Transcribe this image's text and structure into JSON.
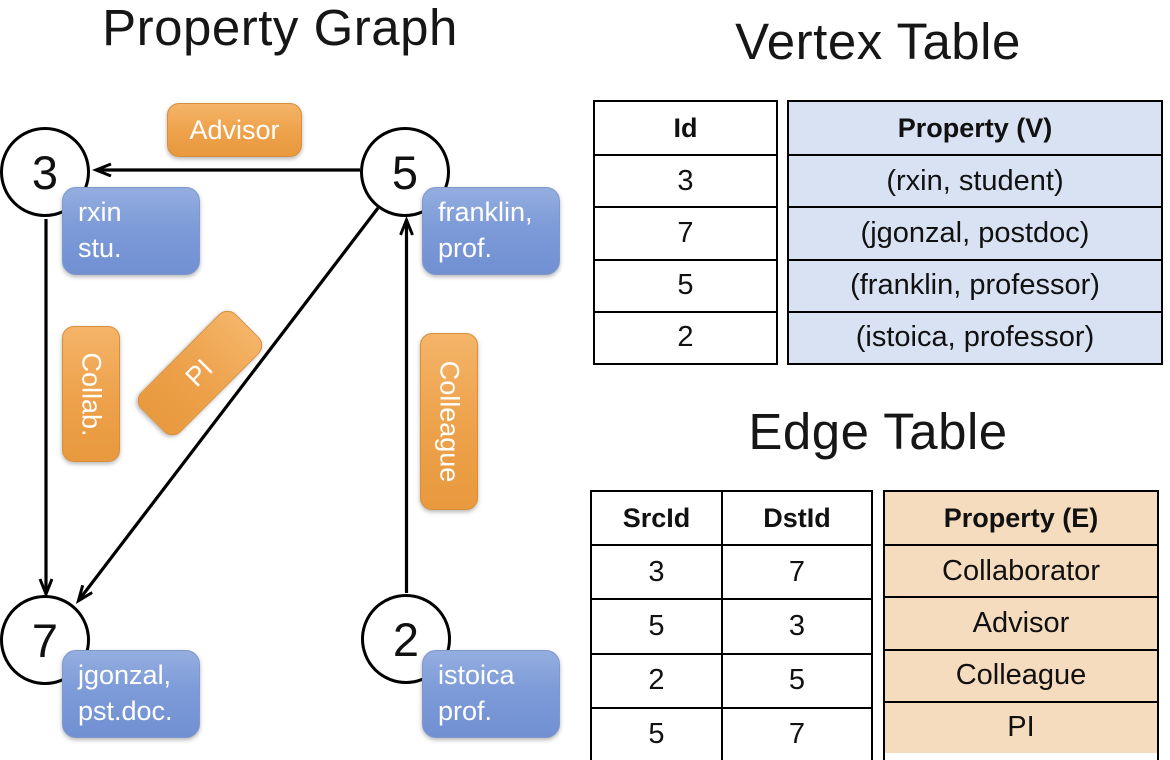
{
  "graph": {
    "title": "Property Graph",
    "nodes": [
      {
        "id": "3",
        "line1": "rxin",
        "line2": "stu."
      },
      {
        "id": "5",
        "line1": "franklin,",
        "line2": "prof."
      },
      {
        "id": "7",
        "line1": "jgonzal,",
        "line2": "pst.doc."
      },
      {
        "id": "2",
        "line1": "istoica",
        "line2": "prof."
      }
    ],
    "edges": [
      {
        "from": "5",
        "to": "3",
        "label": "Advisor"
      },
      {
        "from": "3",
        "to": "7",
        "label": "Collab."
      },
      {
        "from": "5",
        "to": "7",
        "label": "PI"
      },
      {
        "from": "2",
        "to": "5",
        "label": "Colleague"
      }
    ]
  },
  "vertex_table": {
    "title": "Vertex Table",
    "columns": {
      "id": "Id",
      "property": "Property (V)"
    },
    "rows": [
      {
        "id": "3",
        "property": "(rxin, student)"
      },
      {
        "id": "7",
        "property": "(jgonzal, postdoc)"
      },
      {
        "id": "5",
        "property": "(franklin, professor)"
      },
      {
        "id": "2",
        "property": "(istoica, professor)"
      }
    ]
  },
  "edge_table": {
    "title": "Edge Table",
    "columns": {
      "src": "SrcId",
      "dst": "DstId",
      "property": "Property (E)"
    },
    "rows": [
      {
        "src": "3",
        "dst": "7",
        "property": "Collaborator"
      },
      {
        "src": "5",
        "dst": "3",
        "property": "Advisor"
      },
      {
        "src": "2",
        "dst": "5",
        "property": "Colleague"
      },
      {
        "src": "5",
        "dst": "7",
        "property": "PI"
      }
    ]
  },
  "colors": {
    "vertex_box": "#7d9bd8",
    "edge_box": "#eda14a",
    "vertex_cell_fill": "#d9e2f3",
    "edge_cell_fill": "#f5dcbe",
    "line": "#000000"
  }
}
